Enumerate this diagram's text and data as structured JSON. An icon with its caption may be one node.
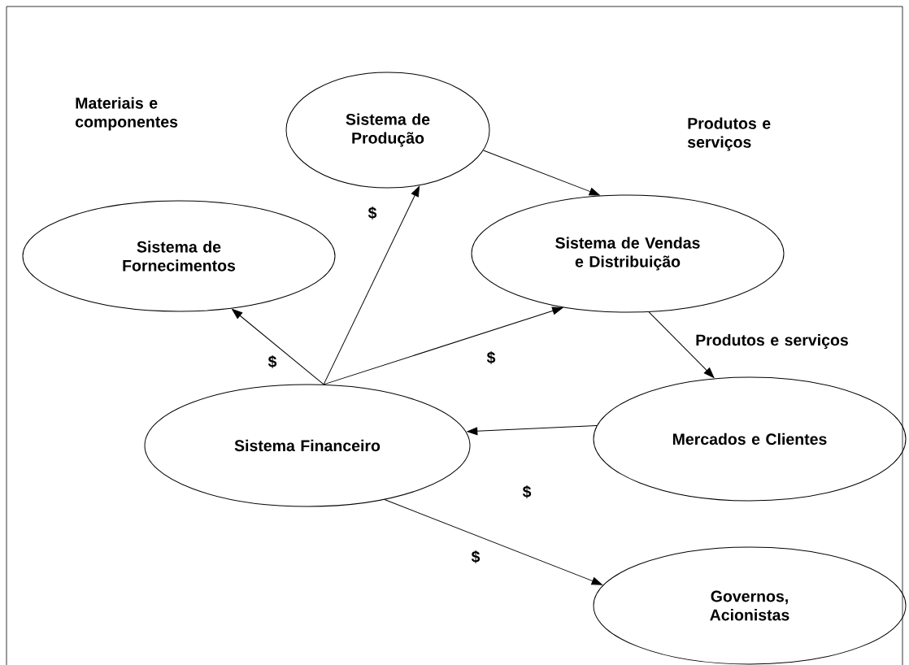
{
  "diagram": {
    "nodes": [
      {
        "text": [
          "Sistema de Produção"
        ]
      },
      {
        "text": [
          "Sistema de Fornecimentos"
        ]
      },
      {
        "text": [
          "Sistema de Vendas e Distribuição"
        ]
      },
      {
        "text": [
          "Sistema Financeiro"
        ]
      },
      {
        "text": [
          "Mercados e Clientes"
        ]
      },
      {
        "text": [
          "Governos, Acionistas"
        ]
      }
    ],
    "edges": [
      {
        "from": 0,
        "to": 2,
        "arrow": "to"
      },
      {
        "from": 2,
        "to": 4,
        "arrow": "to"
      },
      {
        "from": 4,
        "to": 3,
        "arrow": "to",
        "label": "$"
      },
      {
        "from": 3,
        "to": 1,
        "arrow": "to",
        "label": "$"
      },
      {
        "from": 3,
        "to": 0,
        "arrow": "to",
        "label": "$"
      },
      {
        "from": 3,
        "to": 2,
        "arrow": "to",
        "label": "$"
      },
      {
        "from": 3,
        "to": 5,
        "arrow": "to",
        "label": "$"
      }
    ],
    "labels": [
      "Materiais e componentes",
      "Produtos e serviços",
      "Produtos e serviços"
    ]
  }
}
